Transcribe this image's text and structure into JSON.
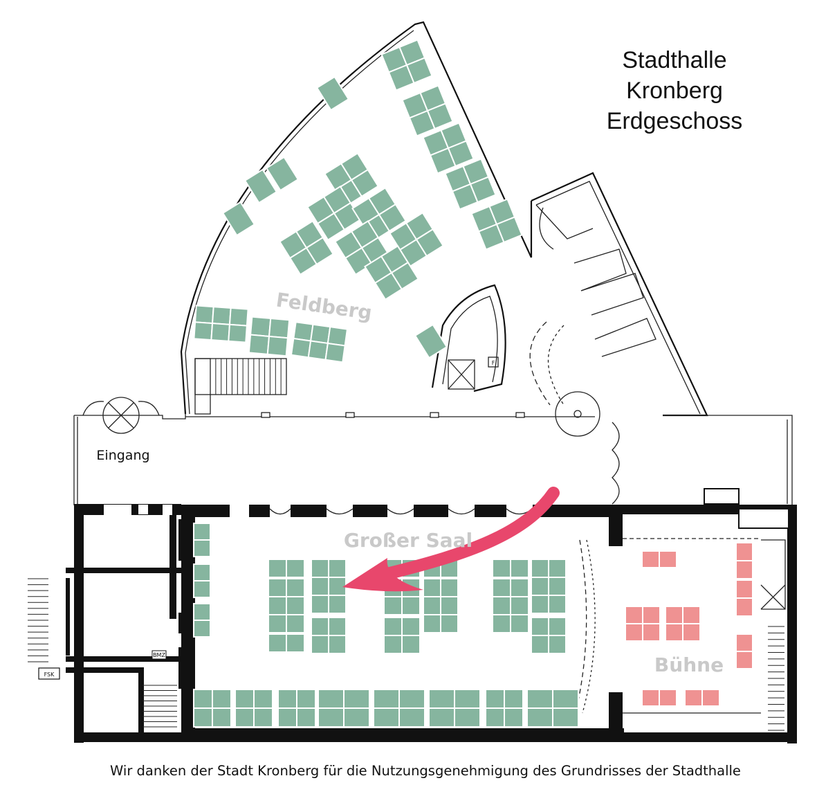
{
  "title": {
    "line1": "Stadthalle",
    "line2": "Kronberg",
    "line3": "Erdgeschoss"
  },
  "rooms": {
    "feldberg": "Feldberg",
    "grosser_saal": "Großer Saal",
    "buehne": "Bühne",
    "eingang": "Eingang"
  },
  "marks": {
    "fsk": "FSK",
    "bmz": "BMZ",
    "f": "F"
  },
  "credit": "Wir danken der Stadt Kronberg für die Nutzungsgenehmigung des Grundrisses der Stadthalle",
  "colors": {
    "table": "#86b59f",
    "stage_table": "#ef9292",
    "arrow": "#e8476c",
    "walls": "#111111"
  }
}
